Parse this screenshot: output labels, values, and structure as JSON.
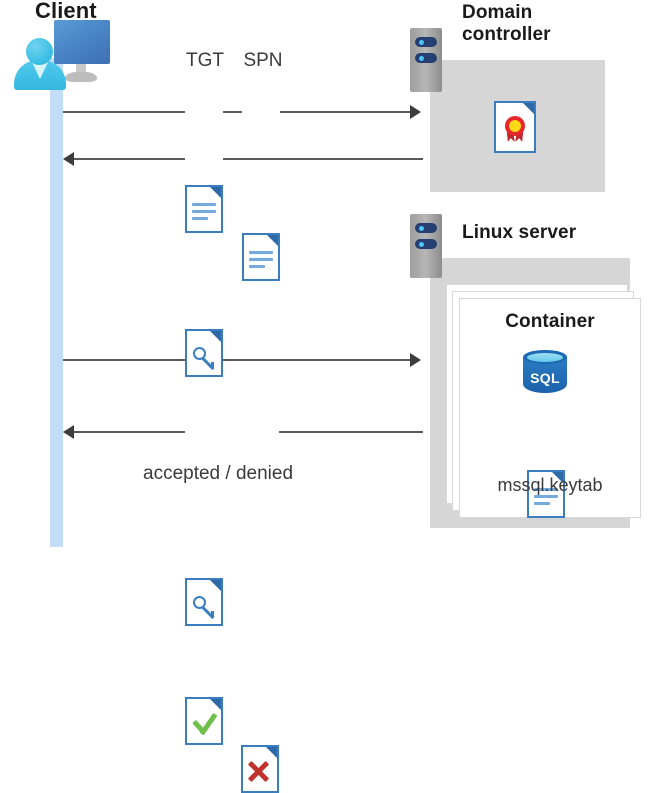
{
  "diagram": {
    "title": "Kerberos authentication flow between client, domain controller and Linux server container",
    "actors": {
      "client": {
        "label": "Client",
        "icon": "user-computer-icon"
      },
      "domain_controller": {
        "label": "Domain\ncontroller",
        "icon": "server-rack-icon",
        "contains": [
          {
            "label": "",
            "icon": "certificate-document-icon"
          }
        ]
      },
      "linux_server": {
        "label": "Linux server",
        "icon": "server-rack-icon",
        "container": {
          "label": "Container",
          "items": [
            {
              "label": "SQL",
              "icon": "sql-database-icon"
            },
            {
              "label": "mssql.keytab",
              "icon": "keytab-document-icon"
            }
          ]
        }
      }
    },
    "messages": [
      {
        "id": "m1",
        "direction": "right",
        "artifacts": [
          {
            "label": "TGT",
            "icon": "document-icon"
          },
          {
            "label": "SPN",
            "icon": "document-icon"
          }
        ]
      },
      {
        "id": "m2",
        "direction": "left",
        "artifacts": [
          {
            "label": "",
            "icon": "key-document-icon"
          }
        ]
      },
      {
        "id": "m3",
        "direction": "right",
        "artifacts": [
          {
            "label": "",
            "icon": "key-document-icon"
          }
        ]
      },
      {
        "id": "m4",
        "direction": "left",
        "caption": "accepted / denied",
        "artifacts": [
          {
            "label": "",
            "icon": "check-document-icon"
          },
          {
            "label": "",
            "icon": "cross-document-icon"
          }
        ]
      }
    ],
    "colors": {
      "lifeline": "#c3dcf7",
      "panel": "#d6d6d6",
      "doc_blue": "#3a7ebf",
      "accent_cyan": "#3fc0e4",
      "sql_blue": "#1d6ab4",
      "check_green": "#6ec04a",
      "cross_red": "#c0322b",
      "arrow_gray": "#5a5a5a",
      "title_ink": "#1a1a1a"
    }
  }
}
